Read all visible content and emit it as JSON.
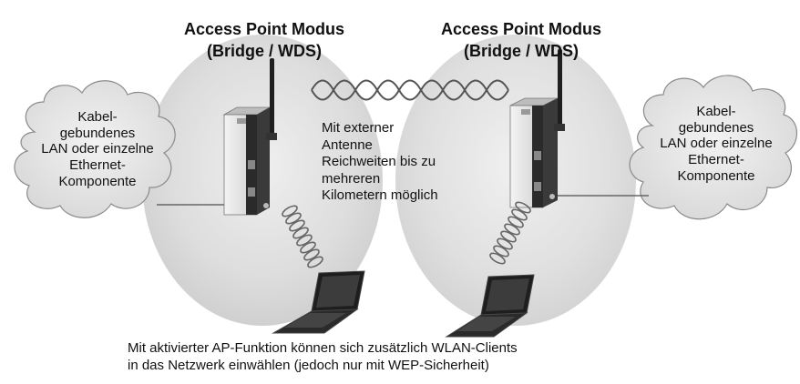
{
  "ap_left": {
    "title_line1": "Access Point Modus",
    "title_line2": "(Bridge / WDS)"
  },
  "ap_right": {
    "title_line1": "Access Point Modus",
    "title_line2": "(Bridge / WDS)"
  },
  "cloud_left": {
    "lines": [
      "Kabel-",
      "gebundenes",
      "LAN oder einzelne",
      "Ethernet-",
      "Komponente"
    ]
  },
  "cloud_right": {
    "lines": [
      "Kabel-",
      "gebundenes",
      "LAN oder einzelne",
      "Ethernet-",
      "Komponente"
    ]
  },
  "center_note": {
    "lines": [
      "Mit externer",
      "Antenne",
      "Reichweiten bis zu",
      "mehreren",
      "Kilometern möglich"
    ]
  },
  "caption": {
    "line1": "Mit aktivierter AP-Funktion können sich zusätzlich WLAN-Clients",
    "line2": "in das Netzwerk einwählen (jedoch nur mit WEP-Sicherheit)"
  },
  "colors": {
    "coverage_fill": "#dcdcdc",
    "cloud_fill": "#e6e6e6",
    "device_body": "#e8e8e8",
    "device_dark": "#2a2a2a",
    "signal_wave": "#555555"
  },
  "icons": [
    "cloud-icon",
    "access-point-device-icon",
    "antenna-icon",
    "laptop-icon",
    "wireless-signal-icon",
    "cable-line"
  ]
}
